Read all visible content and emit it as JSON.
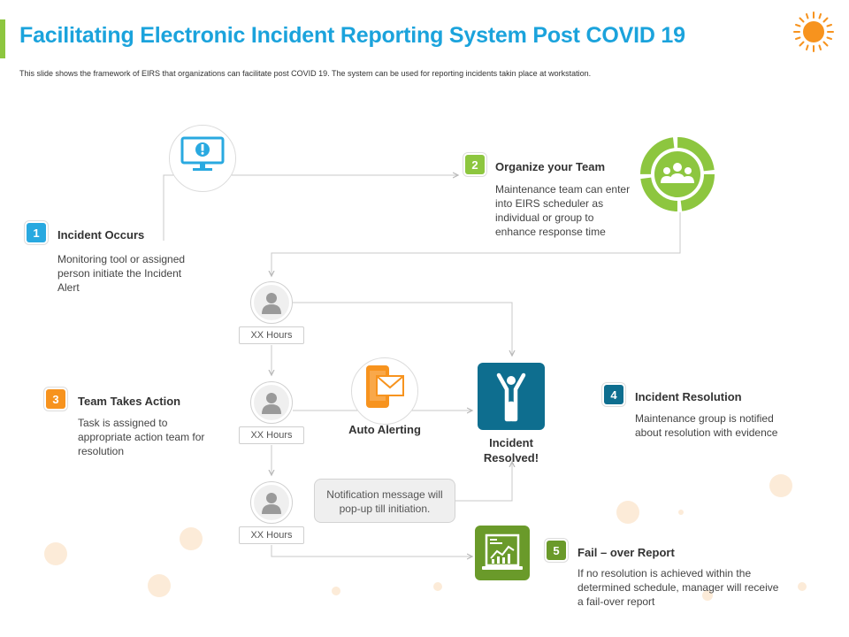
{
  "header": {
    "title": "Facilitating Electronic Incident Reporting System Post COVID 19",
    "subtitle": "This slide shows the framework of EIRS that organizations can facilitate post COVID 19. The system can be used for reporting incidents takin place at workstation."
  },
  "colors": {
    "title": "#1ba3dc",
    "accent_bar": "#8dc63f",
    "step1": "#29a9e0",
    "step2": "#8dc63f",
    "step3": "#f7931e",
    "step4": "#0e6e8f",
    "step5": "#6a9a2a",
    "resolved": "#0e6e8f",
    "alerting": "#f7931e",
    "team": "#8dc63f"
  },
  "steps": [
    {
      "number": "1",
      "title": "Incident Occurs",
      "description": "Monitoring tool or assigned person initiate the Incident Alert"
    },
    {
      "number": "2",
      "title": "Organize your Team",
      "description": "Maintenance team can enter into EIRS scheduler as individual  or group to enhance response time"
    },
    {
      "number": "3",
      "title": "Team Takes Action",
      "description": "Task is assigned to appropriate  action team for resolution"
    },
    {
      "number": "4",
      "title": "Incident Resolution",
      "description": "Maintenance group is notified about resolution with evidence"
    },
    {
      "number": "5",
      "title": "Fail – over Report",
      "description": "If no resolution is achieved within the determined schedule, manager will receive a fail-over  report"
    }
  ],
  "timeline": {
    "hours_labels": [
      "XX Hours",
      "XX Hours",
      "XX Hours"
    ],
    "auto_alerting_label": "Auto Alerting",
    "resolved_label_line1": "Incident",
    "resolved_label_line2": "Resolved!",
    "notification_text": "Notification  message will pop-up till initiation."
  },
  "icons": {
    "monitor": "monitor-alert-icon",
    "team": "team-circle-icon",
    "user": "user-icon",
    "alert": "phone-mail-icon",
    "resolved": "person-raised-arms-icon",
    "report": "report-chart-icon",
    "sun": "sun-icon"
  }
}
